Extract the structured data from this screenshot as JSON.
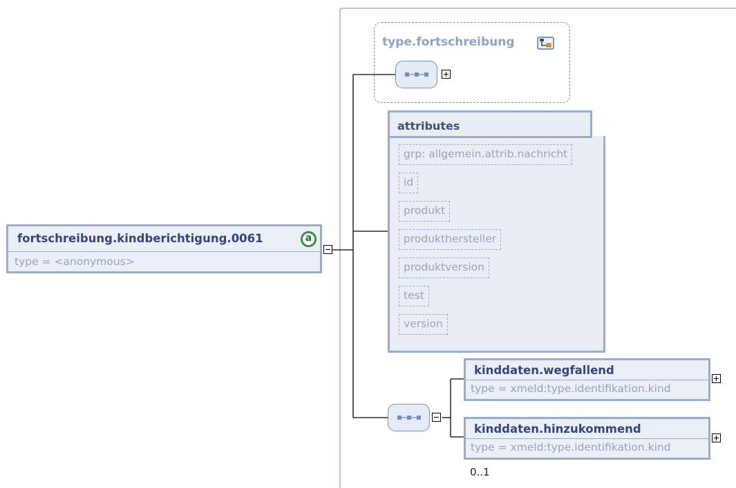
{
  "root": {
    "name": "fortschreibung.kindberichtigung.0061",
    "type": "type = <anonymous>",
    "annotation_icon": "a"
  },
  "type_container": {
    "title": "type.fortschreibung",
    "icon": "complex-type-icon"
  },
  "attributes": {
    "title": "attributes",
    "items": [
      "grp: allgemein.attrib.nachricht",
      "id",
      "produkt",
      "produkthersteller",
      "produktversion",
      "test",
      "version"
    ]
  },
  "elements": [
    {
      "name": "kinddaten.wegfallend",
      "type": "type = xmeld:type.identifikation.kind",
      "occurrence": ""
    },
    {
      "name": "kinddaten.hinzukommend",
      "type": "type = xmeld:type.identifikation.kind",
      "occurrence": "0..1"
    }
  ],
  "colors": {
    "element_name": "#34467b",
    "element_border": "#9aaccb",
    "element_bg": "#eaeff8",
    "type_text": "#98a3b9",
    "sequence_border": "#6f8fbf",
    "annotation_green": "#3d9f4a"
  }
}
